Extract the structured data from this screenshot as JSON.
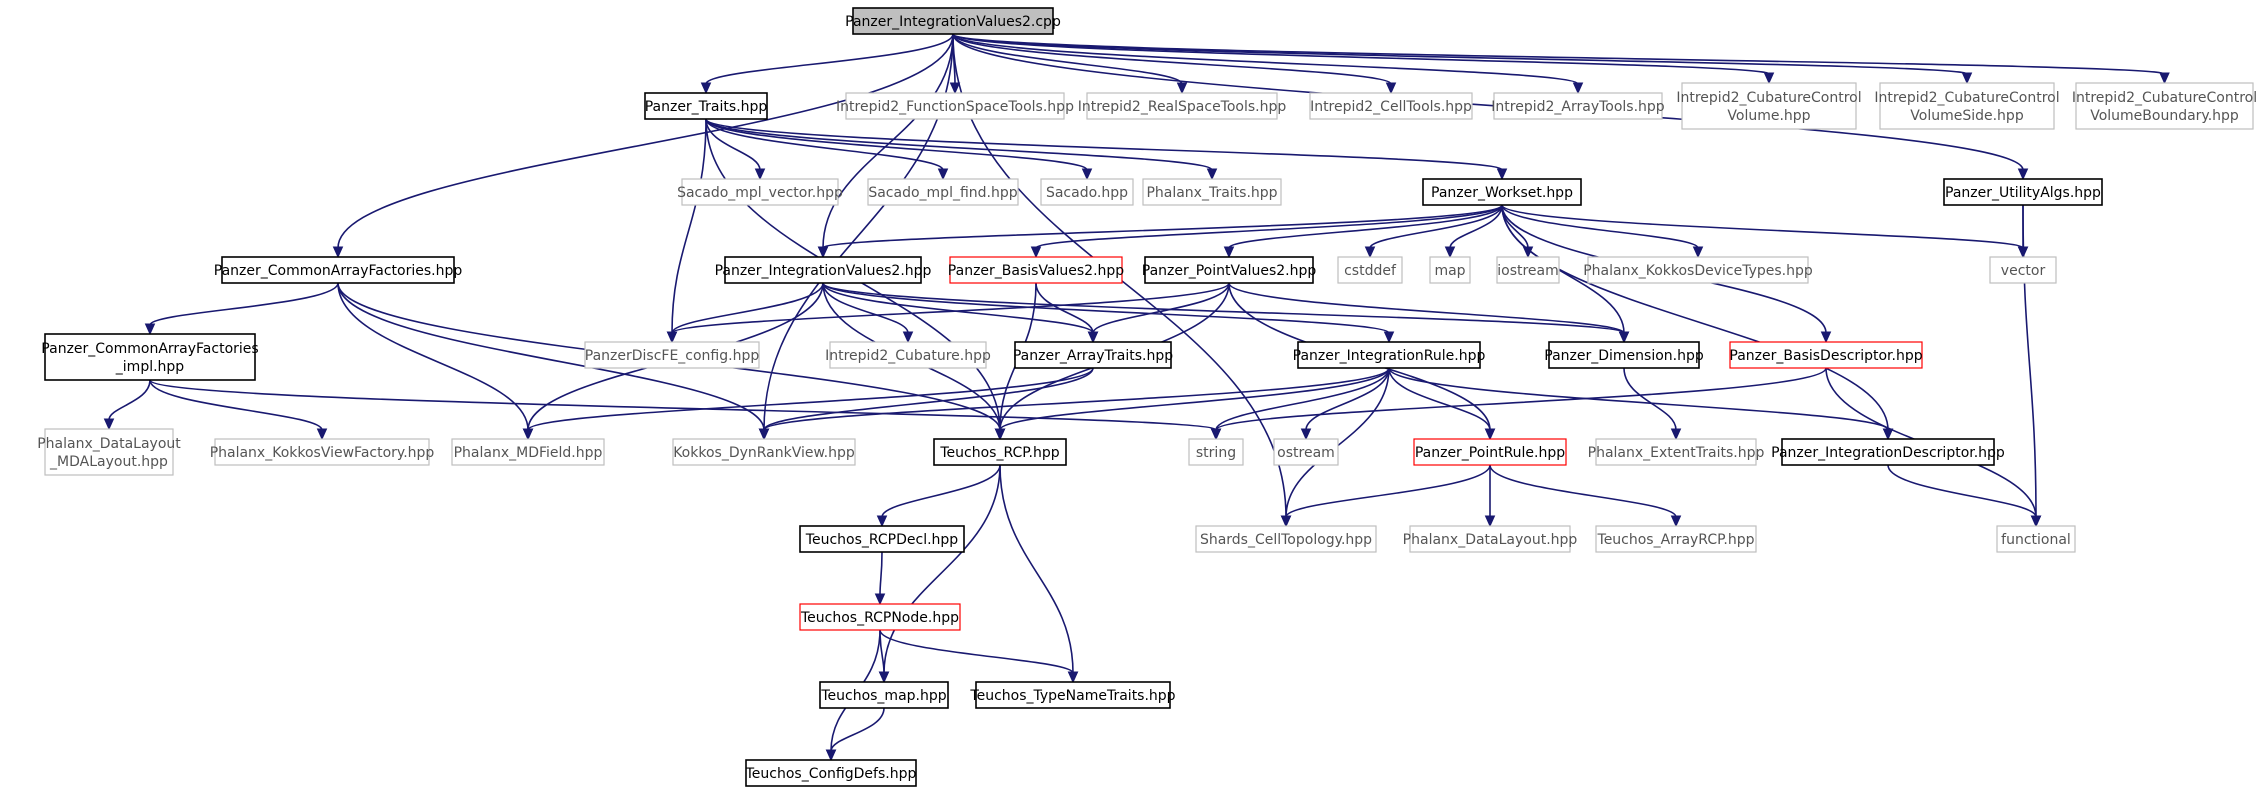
{
  "colors": {
    "edge": "#191970",
    "root_fill": "#bfbfbf",
    "border_documented": "#000000",
    "border_external": "#bfbfbf",
    "border_truncated": "#ff0000"
  },
  "nodes": [
    {
      "id": "root",
      "lines": [
        "Panzer_IntegrationValues2.cpp"
      ],
      "style": "root"
    },
    {
      "id": "traits",
      "lines": [
        "Panzer_Traits.hpp"
      ],
      "style": "documented"
    },
    {
      "id": "fst",
      "lines": [
        "Intrepid2_FunctionSpaceTools.hpp"
      ],
      "style": "external"
    },
    {
      "id": "rst",
      "lines": [
        "Intrepid2_RealSpaceTools.hpp"
      ],
      "style": "external"
    },
    {
      "id": "ct",
      "lines": [
        "Intrepid2_CellTools.hpp"
      ],
      "style": "external"
    },
    {
      "id": "at",
      "lines": [
        "Intrepid2_ArrayTools.hpp"
      ],
      "style": "external"
    },
    {
      "id": "ccv",
      "lines": [
        "Intrepid2_CubatureControl",
        "Volume.hpp"
      ],
      "style": "external"
    },
    {
      "id": "ccvs",
      "lines": [
        "Intrepid2_CubatureControl",
        "VolumeSide.hpp"
      ],
      "style": "external"
    },
    {
      "id": "ccvb",
      "lines": [
        "Intrepid2_CubatureControl",
        "VolumeBoundary.hpp"
      ],
      "style": "external"
    },
    {
      "id": "smv",
      "lines": [
        "Sacado_mpl_vector.hpp"
      ],
      "style": "external"
    },
    {
      "id": "smf",
      "lines": [
        "Sacado_mpl_find.hpp"
      ],
      "style": "external"
    },
    {
      "id": "sac",
      "lines": [
        "Sacado.hpp"
      ],
      "style": "external"
    },
    {
      "id": "pht",
      "lines": [
        "Phalanx_Traits.hpp"
      ],
      "style": "external"
    },
    {
      "id": "ws",
      "lines": [
        "Panzer_Workset.hpp"
      ],
      "style": "documented"
    },
    {
      "id": "ua",
      "lines": [
        "Panzer_UtilityAlgs.hpp"
      ],
      "style": "documented"
    },
    {
      "id": "caf",
      "lines": [
        "Panzer_CommonArrayFactories.hpp"
      ],
      "style": "documented"
    },
    {
      "id": "iv2",
      "lines": [
        "Panzer_IntegrationValues2.hpp"
      ],
      "style": "documented"
    },
    {
      "id": "bv2",
      "lines": [
        "Panzer_BasisValues2.hpp"
      ],
      "style": "truncated"
    },
    {
      "id": "pv2",
      "lines": [
        "Panzer_PointValues2.hpp"
      ],
      "style": "documented"
    },
    {
      "id": "cstddef",
      "lines": [
        "cstddef"
      ],
      "style": "external"
    },
    {
      "id": "map",
      "lines": [
        "map"
      ],
      "style": "external"
    },
    {
      "id": "iostream",
      "lines": [
        "iostream"
      ],
      "style": "external"
    },
    {
      "id": "kdt",
      "lines": [
        "Phalanx_KokkosDeviceTypes.hpp"
      ],
      "style": "external"
    },
    {
      "id": "vector",
      "lines": [
        "vector"
      ],
      "style": "external"
    },
    {
      "id": "cafi",
      "lines": [
        "Panzer_CommonArrayFactories",
        "_impl.hpp"
      ],
      "style": "documented"
    },
    {
      "id": "pdfe",
      "lines": [
        "PanzerDiscFE_config.hpp"
      ],
      "style": "external"
    },
    {
      "id": "icub",
      "lines": [
        "Intrepid2_Cubature.hpp"
      ],
      "style": "external"
    },
    {
      "id": "pat",
      "lines": [
        "Panzer_ArrayTraits.hpp"
      ],
      "style": "documented"
    },
    {
      "id": "ir",
      "lines": [
        "Panzer_IntegrationRule.hpp"
      ],
      "style": "documented"
    },
    {
      "id": "dim",
      "lines": [
        "Panzer_Dimension.hpp"
      ],
      "style": "documented"
    },
    {
      "id": "bd",
      "lines": [
        "Panzer_BasisDescriptor.hpp"
      ],
      "style": "truncated"
    },
    {
      "id": "pdl",
      "lines": [
        "Phalanx_DataLayout",
        "_MDALayout.hpp"
      ],
      "style": "external"
    },
    {
      "id": "kvf",
      "lines": [
        "Phalanx_KokkosViewFactory.hpp"
      ],
      "style": "external"
    },
    {
      "id": "mdf",
      "lines": [
        "Phalanx_MDField.hpp"
      ],
      "style": "external"
    },
    {
      "id": "kdrv",
      "lines": [
        "Kokkos_DynRankView.hpp"
      ],
      "style": "external"
    },
    {
      "id": "rcp",
      "lines": [
        "Teuchos_RCP.hpp"
      ],
      "style": "documented"
    },
    {
      "id": "string",
      "lines": [
        "string"
      ],
      "style": "external"
    },
    {
      "id": "ostream",
      "lines": [
        "ostream"
      ],
      "style": "external"
    },
    {
      "id": "pr",
      "lines": [
        "Panzer_PointRule.hpp"
      ],
      "style": "truncated"
    },
    {
      "id": "pet",
      "lines": [
        "Phalanx_ExtentTraits.hpp"
      ],
      "style": "external"
    },
    {
      "id": "id",
      "lines": [
        "Panzer_IntegrationDescriptor.hpp"
      ],
      "style": "documented"
    },
    {
      "id": "sct",
      "lines": [
        "Shards_CellTopology.hpp"
      ],
      "style": "external"
    },
    {
      "id": "phdl",
      "lines": [
        "Phalanx_DataLayout.hpp"
      ],
      "style": "external"
    },
    {
      "id": "arcp",
      "lines": [
        "Teuchos_ArrayRCP.hpp"
      ],
      "style": "external"
    },
    {
      "id": "func",
      "lines": [
        "functional"
      ],
      "style": "external"
    },
    {
      "id": "rcpdecl",
      "lines": [
        "Teuchos_RCPDecl.hpp"
      ],
      "style": "documented"
    },
    {
      "id": "rcpnode",
      "lines": [
        "Teuchos_RCPNode.hpp"
      ],
      "style": "truncated"
    },
    {
      "id": "tmap",
      "lines": [
        "Teuchos_map.hpp"
      ],
      "style": "documented"
    },
    {
      "id": "tnt",
      "lines": [
        "Teuchos_TypeNameTraits.hpp"
      ],
      "style": "documented"
    },
    {
      "id": "cfg",
      "lines": [
        "Teuchos_ConfigDefs.hpp"
      ],
      "style": "documented"
    }
  ],
  "edges": [
    [
      "root",
      "traits"
    ],
    [
      "root",
      "fst"
    ],
    [
      "root",
      "rst"
    ],
    [
      "root",
      "ct"
    ],
    [
      "root",
      "at"
    ],
    [
      "root",
      "ccv"
    ],
    [
      "root",
      "ccvs"
    ],
    [
      "root",
      "ccvb"
    ],
    [
      "root",
      "ua"
    ],
    [
      "root",
      "caf"
    ],
    [
      "root",
      "iv2"
    ],
    [
      "root",
      "kdrv"
    ],
    [
      "root",
      "sct"
    ],
    [
      "traits",
      "smv"
    ],
    [
      "traits",
      "smf"
    ],
    [
      "traits",
      "sac"
    ],
    [
      "traits",
      "pht"
    ],
    [
      "traits",
      "ws"
    ],
    [
      "traits",
      "pdfe"
    ],
    [
      "traits",
      "rcp"
    ],
    [
      "ws",
      "iv2"
    ],
    [
      "ws",
      "bv2"
    ],
    [
      "ws",
      "pv2"
    ],
    [
      "ws",
      "cstddef"
    ],
    [
      "ws",
      "map"
    ],
    [
      "ws",
      "iostream"
    ],
    [
      "ws",
      "kdt"
    ],
    [
      "ws",
      "vector"
    ],
    [
      "ws",
      "dim"
    ],
    [
      "ws",
      "bd"
    ],
    [
      "ws",
      "id"
    ],
    [
      "ua",
      "vector"
    ],
    [
      "ua",
      "func"
    ],
    [
      "caf",
      "cafi"
    ],
    [
      "caf",
      "mdf"
    ],
    [
      "caf",
      "kdrv"
    ],
    [
      "caf",
      "rcp"
    ],
    [
      "cafi",
      "pdl"
    ],
    [
      "cafi",
      "kvf"
    ],
    [
      "cafi",
      "string"
    ],
    [
      "iv2",
      "pdfe"
    ],
    [
      "iv2",
      "icub"
    ],
    [
      "iv2",
      "pat"
    ],
    [
      "iv2",
      "ir"
    ],
    [
      "iv2",
      "dim"
    ],
    [
      "iv2",
      "mdf"
    ],
    [
      "iv2",
      "rcp"
    ],
    [
      "bv2",
      "pat"
    ],
    [
      "bv2",
      "rcp"
    ],
    [
      "pv2",
      "pdfe"
    ],
    [
      "pv2",
      "pat"
    ],
    [
      "pv2",
      "dim"
    ],
    [
      "pv2",
      "pr"
    ],
    [
      "pv2",
      "rcp"
    ],
    [
      "pat",
      "mdf"
    ],
    [
      "pat",
      "kdrv"
    ],
    [
      "ir",
      "string"
    ],
    [
      "ir",
      "ostream"
    ],
    [
      "ir",
      "pr"
    ],
    [
      "ir",
      "id"
    ],
    [
      "ir",
      "sct"
    ],
    [
      "ir",
      "rcp"
    ],
    [
      "ir",
      "kdrv"
    ],
    [
      "dim",
      "pet"
    ],
    [
      "bd",
      "string"
    ],
    [
      "bd",
      "func"
    ],
    [
      "id",
      "func"
    ],
    [
      "pr",
      "sct"
    ],
    [
      "pr",
      "phdl"
    ],
    [
      "pr",
      "arcp"
    ],
    [
      "rcp",
      "rcpdecl"
    ],
    [
      "rcp",
      "tmap"
    ],
    [
      "rcp",
      "tnt"
    ],
    [
      "rcpdecl",
      "rcpnode"
    ],
    [
      "rcpnode",
      "tmap"
    ],
    [
      "rcpnode",
      "tnt"
    ],
    [
      "rcpnode",
      "cfg"
    ],
    [
      "tmap",
      "cfg"
    ]
  ]
}
